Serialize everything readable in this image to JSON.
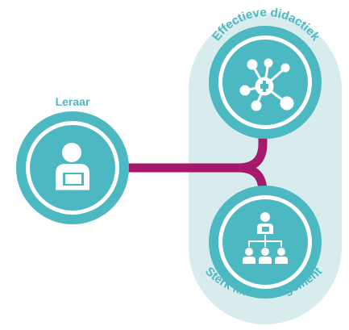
{
  "labels": {
    "leraar": "Leraar",
    "effectieve_didactiek": "Effectieve didactiek",
    "sterk_klasmanagement": "Sterk klasmanagement"
  },
  "colors": {
    "background": "#ffffff",
    "panel": "#d8ecee",
    "teal": "#4bb8c2",
    "teal_dark": "#3aa5af",
    "magenta": "#a6196b",
    "white": "#ffffff"
  },
  "icons": {
    "leraar": "teacher-at-desk-icon",
    "effectieve_didactiek": "network-molecule-icon",
    "sterk_klasmanagement": "org-hierarchy-icon"
  }
}
